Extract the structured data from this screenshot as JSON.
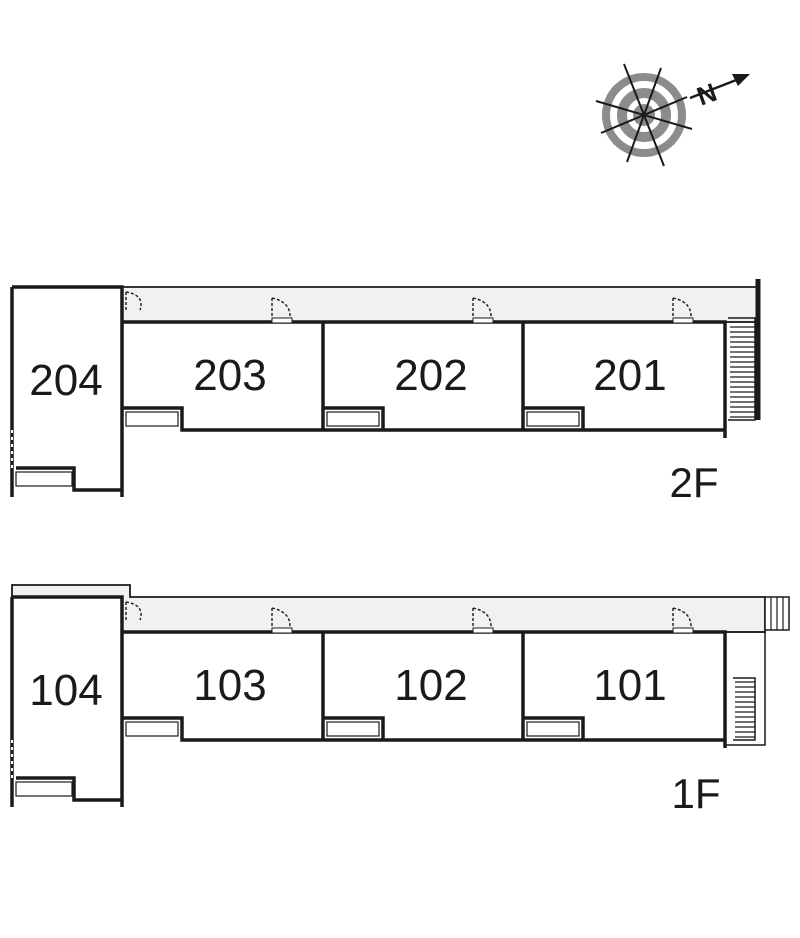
{
  "compass": {
    "north_label": "N",
    "icon": "compass-icon"
  },
  "floors": [
    {
      "label": "2F",
      "rooms": [
        "204",
        "203",
        "202",
        "201"
      ]
    },
    {
      "label": "1F",
      "rooms": [
        "104",
        "103",
        "102",
        "101"
      ]
    }
  ]
}
